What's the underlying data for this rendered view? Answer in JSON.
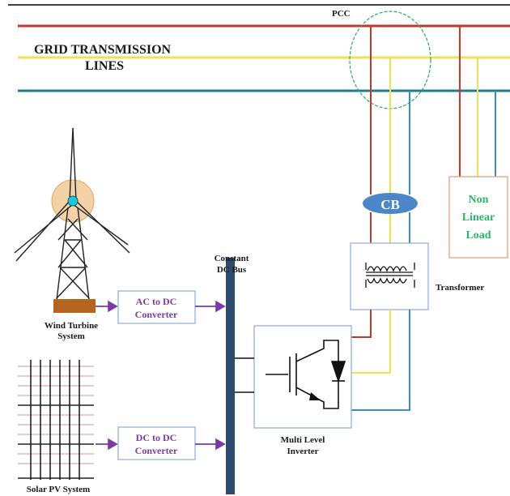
{
  "labels": {
    "grid_line1": "GRID TRANSMISSION",
    "grid_line2": "LINES",
    "pcc": "PCC",
    "cb": "CB",
    "load_line1": "Non",
    "load_line2": "Linear",
    "load_line3": "Load",
    "transformer": "Transformer",
    "dc_bus_line1": "Constant",
    "dc_bus_line2": "DC Bus",
    "wind_line1": "Wind Turbine",
    "wind_line2": "System",
    "ac_dc_line1": "AC to DC",
    "ac_dc_line2": "Converter",
    "dc_dc_line1": "DC to DC",
    "dc_dc_line2": "Converter",
    "inverter_line1": "Multi Level",
    "inverter_line2": "Inverter",
    "solar": "Solar PV System"
  },
  "colors": {
    "phase_red": "#c0392b",
    "phase_yellow": "#f2e24a",
    "phase_blue": "#3a8fbf",
    "grid_teal": "#1f7d8c",
    "dc_bus": "#2c4a6e",
    "cb_fill": "#4a86c8",
    "pcc_ellipse": "#2aa86a",
    "converter_border": "#8fa8d8",
    "arrow": "#7b3aa8",
    "wind_base": "#b5651d"
  }
}
